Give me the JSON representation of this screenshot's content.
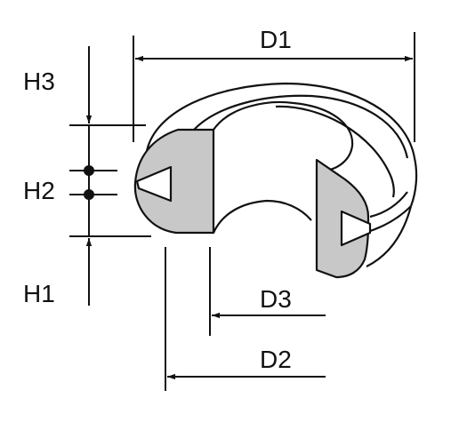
{
  "diagram": {
    "labels": {
      "d1": "D1",
      "d2": "D2",
      "d3": "D3",
      "h1": "H1",
      "h2": "H2",
      "h3": "H3"
    },
    "colors": {
      "line": "#111111",
      "section_fill": "#c8c8c8",
      "body_fill": "#ffffff"
    }
  }
}
